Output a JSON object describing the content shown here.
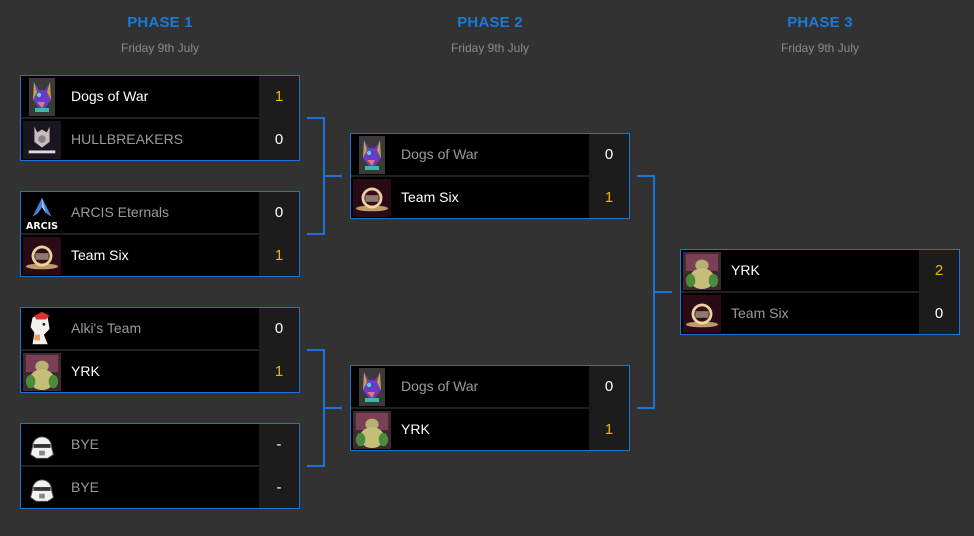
{
  "accent_color": "#1a7ad8",
  "win_score_color": "#f0b400",
  "phases": [
    {
      "title": "PHASE 1",
      "date": "Friday 9th July",
      "matches": [
        {
          "teams": [
            {
              "name": "Dogs of War",
              "score": "1",
              "winner": true,
              "logo": "dogs-of-war-logo"
            },
            {
              "name": "HULLBREAKERS",
              "score": "0",
              "winner": false,
              "logo": "hullbreakers-logo"
            }
          ]
        },
        {
          "teams": [
            {
              "name": "ARCIS Eternals",
              "score": "0",
              "winner": false,
              "logo": "arcis-logo"
            },
            {
              "name": "Team Six",
              "score": "1",
              "winner": true,
              "logo": "team-six-logo"
            }
          ]
        },
        {
          "teams": [
            {
              "name": "Alki's Team",
              "score": "0",
              "winner": false,
              "logo": "alkis-team-logo"
            },
            {
              "name": "YRK",
              "score": "1",
              "winner": true,
              "logo": "yrk-logo"
            }
          ]
        },
        {
          "teams": [
            {
              "name": "BYE",
              "score": "-",
              "winner": false,
              "logo": "stormtrooper-helmet-logo"
            },
            {
              "name": "BYE",
              "score": "-",
              "winner": false,
              "logo": "stormtrooper-helmet-logo"
            }
          ]
        }
      ]
    },
    {
      "title": "PHASE 2",
      "date": "Friday 9th July",
      "matches": [
        {
          "teams": [
            {
              "name": "Dogs of War",
              "score": "0",
              "winner": false,
              "logo": "dogs-of-war-logo"
            },
            {
              "name": "Team Six",
              "score": "1",
              "winner": true,
              "logo": "team-six-logo"
            }
          ]
        },
        {
          "teams": [
            {
              "name": "Dogs of War",
              "score": "0",
              "winner": false,
              "logo": "dogs-of-war-logo"
            },
            {
              "name": "YRK",
              "score": "1",
              "winner": true,
              "logo": "yrk-logo"
            }
          ]
        }
      ]
    },
    {
      "title": "PHASE 3",
      "date": "Friday 9th July",
      "matches": [
        {
          "teams": [
            {
              "name": "YRK",
              "score": "2",
              "winner": true,
              "logo": "yrk-logo"
            },
            {
              "name": "Team Six",
              "score": "0",
              "winner": false,
              "logo": "team-six-logo"
            }
          ]
        }
      ]
    }
  ]
}
